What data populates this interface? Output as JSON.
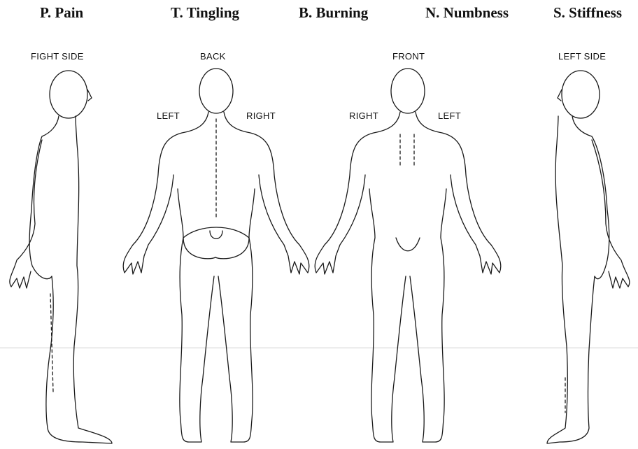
{
  "legend": [
    {
      "code": "P",
      "text": "P. Pain"
    },
    {
      "code": "T",
      "text": "T. Tingling"
    },
    {
      "code": "B",
      "text": "B. Burning"
    },
    {
      "code": "N",
      "text": "N. Numbness"
    },
    {
      "code": "S",
      "text": "S. Stiffness"
    }
  ],
  "views": {
    "right_side": "FIGHT SIDE",
    "back": "BACK",
    "front": "FRONT",
    "left_side": "LEFT SIDE"
  },
  "orientation": {
    "back_left": "LEFT",
    "back_right": "RIGHT",
    "front_right": "RIGHT",
    "front_left": "LEFT"
  }
}
